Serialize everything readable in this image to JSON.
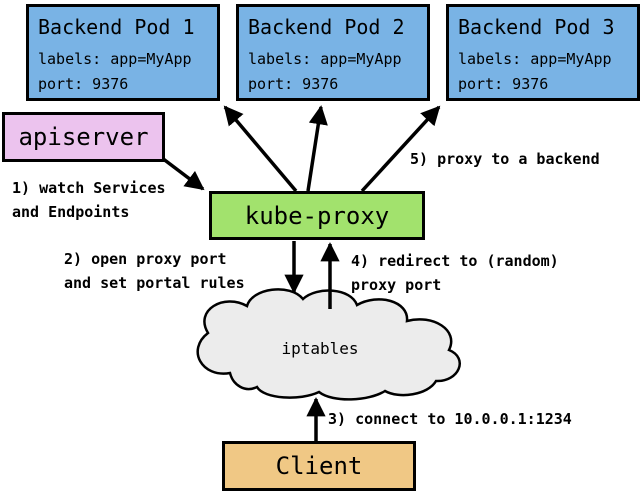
{
  "pods": [
    {
      "title": "Backend Pod 1",
      "labels": "labels: app=MyApp",
      "port": "port: 9376"
    },
    {
      "title": "Backend Pod 2",
      "labels": "labels: app=MyApp",
      "port": "port: 9376"
    },
    {
      "title": "Backend Pod 3",
      "labels": "labels: app=MyApp",
      "port": "port: 9376"
    }
  ],
  "apiserver": {
    "label": "apiserver"
  },
  "kube_proxy": {
    "label": "kube-proxy"
  },
  "iptables": {
    "label": "iptables"
  },
  "client": {
    "label": "Client"
  },
  "steps": {
    "step1": "1) watch Services\nand Endpoints",
    "step2": "2) open proxy port\nand set portal rules",
    "step3": "3) connect to 10.0.0.1:1234",
    "step4": "4) redirect to (random)\nproxy port",
    "step5": "5) proxy to a backend"
  },
  "colors": {
    "pod_fill": "#79b3e5",
    "apiserver_fill": "#ecc3ee",
    "kube_proxy_fill": "#a2e26d",
    "iptables_fill": "#ececec",
    "client_fill": "#f0c885",
    "stroke": "#000000",
    "background": "#ffffff"
  }
}
